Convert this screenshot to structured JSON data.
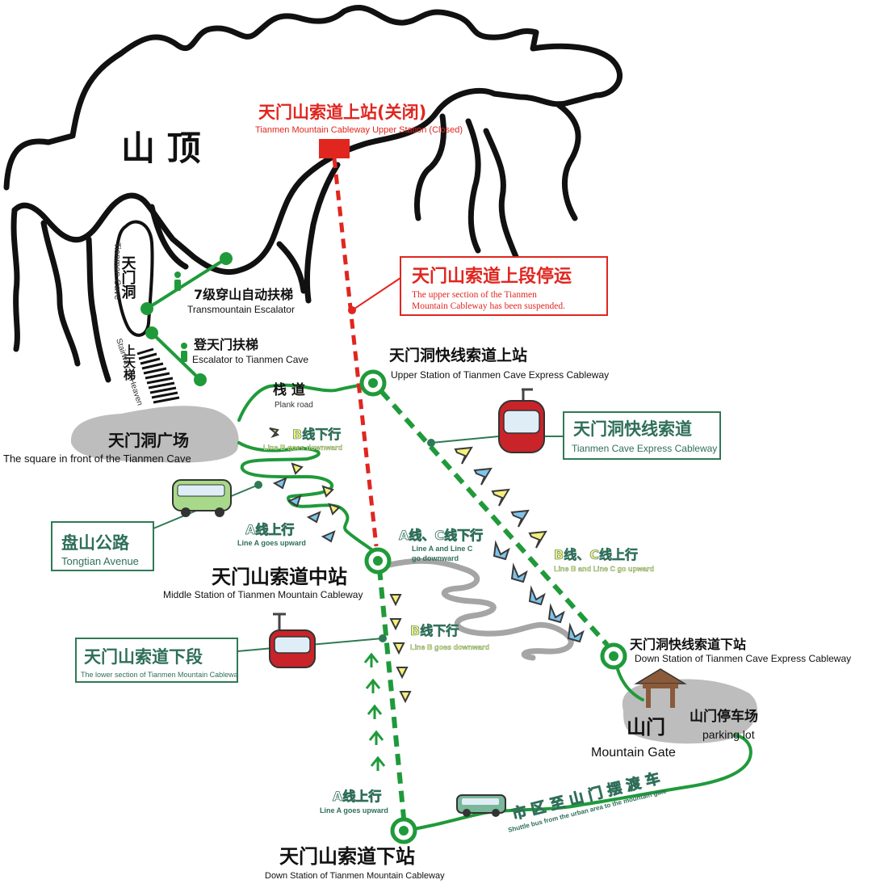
{
  "colors": {
    "green": "#1f9a3a",
    "dark_green": "#2f7a55",
    "red": "#e0261f",
    "teal_text": "#2f6f5a",
    "yellow_arrow": "#f5f07a",
    "blue_arrow": "#7fc4ea",
    "road_gray": "#a5a5a5",
    "cliff_black": "#111111",
    "plaza_gray": "#bdbdbd"
  },
  "summit": {
    "label": "山 顶"
  },
  "upper_station": {
    "cn": "天门山索道上站(关闭)",
    "en": "Tianmen Mountain Cableway Upper Station (Closed)"
  },
  "suspended_notice": {
    "cn": "天门山索道上段停运",
    "en_line1": "The upper section of the Tianmen",
    "en_line2": "Mountain Cableway has been suspended."
  },
  "tianmen_cave": {
    "cn": "天门洞",
    "en": "Tianmen Cave"
  },
  "escalator_7": {
    "cn": "7级穿山自动扶梯",
    "en": "Transmountain Escalator"
  },
  "escalator_cave": {
    "cn": "登天门扶梯",
    "en": "Escalator to Tianmen Cave"
  },
  "stairway": {
    "cn": "上天梯",
    "en": "Stairway to Heaven"
  },
  "plank_road": {
    "cn": "栈 道",
    "en": "Plank road"
  },
  "express_upper": {
    "cn": "天门洞快线索道上站",
    "en": "Upper Station of Tianmen Cave Express Cableway"
  },
  "express_cableway": {
    "cn": "天门洞快线索道",
    "en": "Tianmen Cave Express Cableway"
  },
  "cave_square": {
    "cn": "天门洞广场",
    "en": "The square in front of the Tianmen Cave"
  },
  "line_b_down_1": {
    "cn": "B线下行",
    "en": "Line B goes downward"
  },
  "line_a_up_1": {
    "cn": "A线上行",
    "en": "Line A goes upward"
  },
  "line_ac_down": {
    "cn": "A线、C线下行",
    "en_line1": "Line A and Line C",
    "en_line2": "go downward"
  },
  "line_bc_up": {
    "cn": "B线、C线上行",
    "en": "Line B and Line C go upward"
  },
  "avenue": {
    "cn": "盘山公路",
    "en": "Tongtian Avenue"
  },
  "middle_station": {
    "cn": "天门山索道中站",
    "en": "Middle Station of Tianmen Mountain Cableway"
  },
  "lower_section": {
    "cn": "天门山索道下段",
    "en": "The lower section of Tianmen Mountain Cablewa"
  },
  "line_b_down_2": {
    "cn": "B线下行",
    "en": "Line B goes downward"
  },
  "express_down": {
    "cn": "天门洞快线索道下站",
    "en": "Down Station of Tianmen Cave Express Cableway"
  },
  "mountain_gate": {
    "cn": "山门",
    "en": "Mountain Gate"
  },
  "parking": {
    "cn": "山门停车场",
    "en": "parking lot"
  },
  "line_a_up_2": {
    "cn": "A线上行",
    "en": "Line A goes upward"
  },
  "shuttle": {
    "cn": "市 区 至 山 门 摆 渡 车",
    "en": "Shuttle bus from the urban area to the mountain gate"
  },
  "down_station": {
    "cn": "天门山索道下站",
    "en": "Down Station of Tianmen Mountain Cableway"
  }
}
